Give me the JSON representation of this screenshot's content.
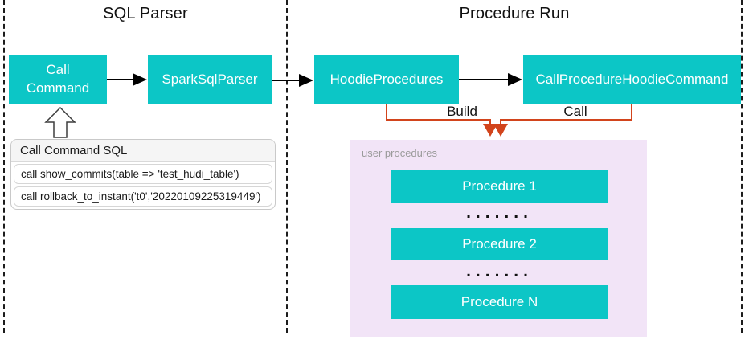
{
  "sections": {
    "sql_parser_title": "SQL Parser",
    "procedure_run_title": "Procedure Run"
  },
  "nodes": {
    "call_command": "Call Command",
    "spark_sql_parser": "SparkSqlParser",
    "hoodie_procedures": "HoodieProcedures",
    "call_procedure_hoodie_command": "CallProcedureHoodieCommand"
  },
  "edges": {
    "build_label": "Build",
    "call_label": "Call"
  },
  "sql_panel": {
    "header": "Call Command SQL",
    "rows": [
      "call show_commits(table => 'test_hudi_table')",
      "call rollback_to_instant('t0','20220109225319449')"
    ]
  },
  "user_procedures": {
    "label": "user procedures",
    "items": [
      "Procedure 1",
      "Procedure 2",
      "Procedure N"
    ],
    "dots": "......."
  },
  "colors": {
    "node_teal": "#0cc6c6",
    "container_purple": "#f2e4f7",
    "connector_orange": "#d2441c",
    "connector_black": "#000000",
    "panel_header_gray": "#f5f5f5"
  }
}
